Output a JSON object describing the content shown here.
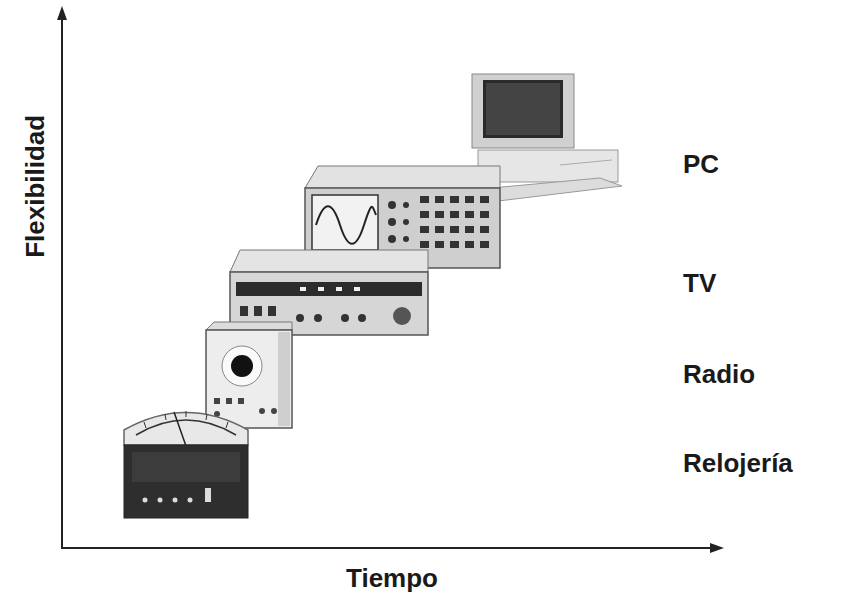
{
  "diagram": {
    "labels": [
      "Flexibilidad",
      "Tiempo",
      "PC",
      "TV",
      "Radio",
      "Relojería"
    ]
  }
}
